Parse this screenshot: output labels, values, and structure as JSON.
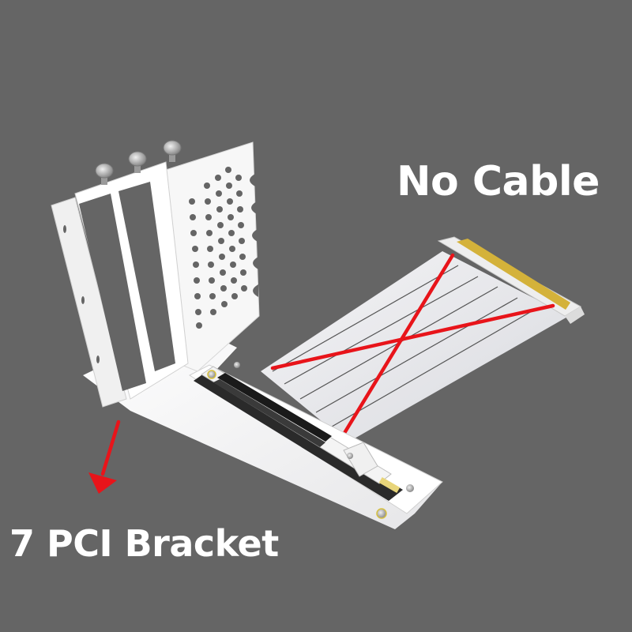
{
  "image": {
    "background_color": "#656565",
    "subject": "Vertical GPU mount bracket with PCIe riser board",
    "labels": {
      "top_right": "No Cable",
      "bottom_left": "7 PCI Bracket"
    },
    "annotations": {
      "cross_mark_color": "#e8141a",
      "arrow_color": "#e8141a",
      "cross_mark_meaning": "cable not included",
      "arrow_target": "bracket base"
    },
    "parts": {
      "bracket": "white 2-slot PCI bracket with ventilation honeycomb",
      "thumbscrews": 3,
      "riser_slot": "PCIe x16 slot on white base plate",
      "cable": "white flat ribbon riser cable (crossed out)",
      "cable_connector_color": "#d4b23a"
    }
  }
}
